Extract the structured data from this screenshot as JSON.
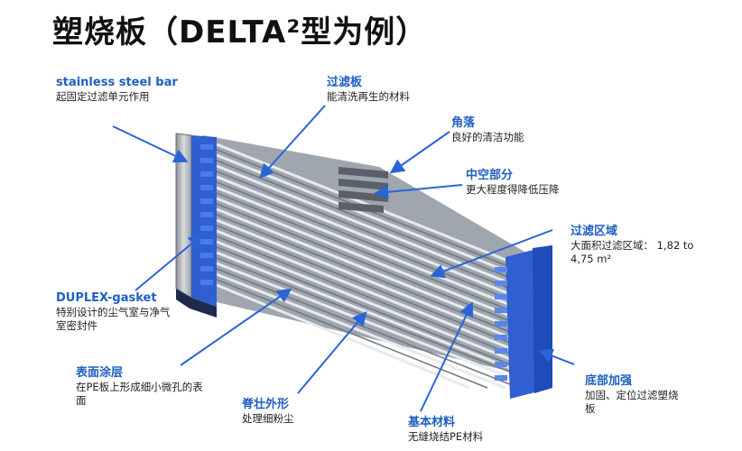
{
  "title": "塑烧板（DELTA²型为例）",
  "labels": {
    "steel_bar": {
      "heading": "stainless steel bar",
      "desc": "起固定过滤单元作用"
    },
    "filter_board": {
      "heading": "过滤板",
      "desc": "能清洗再生的材料"
    },
    "corner": {
      "heading": "角落",
      "desc": "良好的清洁功能"
    },
    "hollow": {
      "heading": "中空部分",
      "desc": "更大程度得降低压降"
    },
    "filter_area": {
      "heading": "过滤区域",
      "desc1": "大面积过滤区域： 1,82 to",
      "desc2": "4,75 m²"
    },
    "gasket": {
      "heading": "DUPLEX-gasket",
      "desc1": "特别设计的尘气室与净气",
      "desc2": "室密封件"
    },
    "coating": {
      "heading": "表面涂层",
      "desc1": "在PE板上形成细小微孔的表",
      "desc2": "面"
    },
    "ridge": {
      "heading": "脊壮外形",
      "desc": "处理细粉尘"
    },
    "base_material": {
      "heading": "基本材料",
      "desc": "无缝烧结PE材料"
    },
    "bottom": {
      "heading": "底部加强",
      "desc1": "加固、定位过滤塑烧",
      "desc2": "板"
    }
  },
  "colors": {
    "accent": "#1f5fbf",
    "frame_blue": "#2f5fd0",
    "pleat_gray": "#b9bfc6",
    "arrow": "#2a64d6"
  }
}
